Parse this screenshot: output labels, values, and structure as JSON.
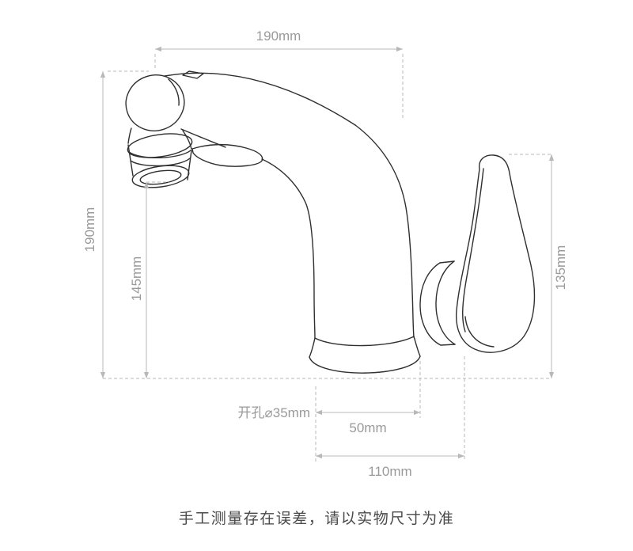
{
  "note": {
    "text": "手工测量存在误差，请以实物尺寸为准"
  },
  "dimensions": {
    "spout_length": "190mm",
    "total_height": "190mm",
    "spout_height": "145mm",
    "handle_height": "135mm",
    "hole_diameter": "开孔⌀35mm",
    "base_width": "50mm",
    "base_depth": "110mm"
  },
  "colors": {
    "outline": "#2f2f2f",
    "dimension_line": "#b8b8b8",
    "dimension_text": "#9a9a9a",
    "note_text": "#4a4a4a"
  }
}
